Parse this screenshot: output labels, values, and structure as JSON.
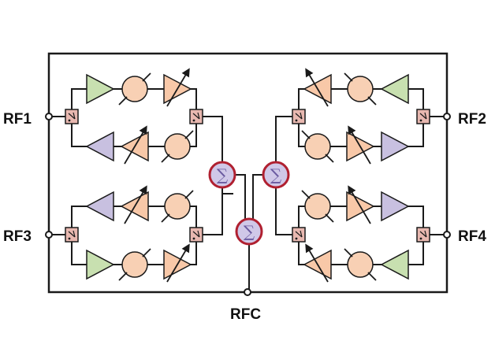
{
  "ports": {
    "rf1": "RF1",
    "rf2": "RF2",
    "rf3": "RF3",
    "rf4": "RF4",
    "rfc": "RFC"
  },
  "combiner_symbol": "∑",
  "colors": {
    "line": "#1a1a1a",
    "amp_green": "#c8e0b0",
    "amp_salmon": "#f8c8a8",
    "amp_lavender": "#c8c0e0",
    "phase_shifter": "#f8d0b4",
    "switch_fill": "#e8b8b0",
    "combiner_fill": "#d0c8e8",
    "combiner_ring": "#b02030"
  },
  "icons": {
    "switch": "spdt-switch-icon",
    "amplifier": "amplifier-triangle-icon",
    "phase": "phase-shifter-icon",
    "combiner": "sigma-combiner-icon"
  }
}
